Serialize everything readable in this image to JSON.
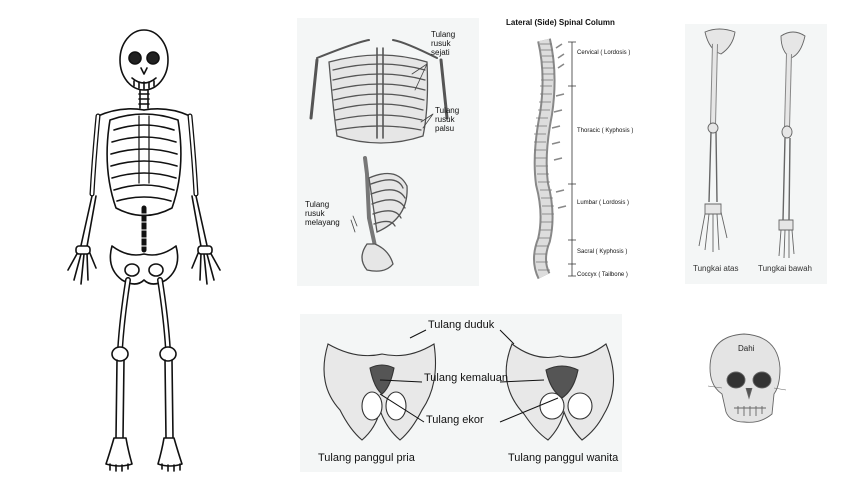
{
  "panels": {
    "ribs": {
      "labels": {
        "true_ribs_1": "Tulang",
        "true_ribs_2": "rusuk",
        "true_ribs_3": "sejati",
        "false_ribs_1": "Tulang",
        "false_ribs_2": "rusuk",
        "false_ribs_3": "palsu",
        "floating_ribs_1": "Tulang",
        "floating_ribs_2": "rusuk",
        "floating_ribs_3": "melayang"
      }
    },
    "spine": {
      "title": "Lateral (Side) Spinal Column",
      "regions": [
        "Cervical ( Lordosis )",
        "Thoracic ( Kyphosis )",
        "Lumbar ( Lordosis )",
        "Sacral ( Kyphosis )",
        "Coccyx ( Tailbone )"
      ]
    },
    "limbs": {
      "upper_limb": "Tungkai atas",
      "lower_limb": "Tungkai bawah"
    },
    "pelvis": {
      "labels": {
        "ischium": "Tulang duduk",
        "pubis": "Tulang kemaluan",
        "coccyx": "Tulang ekor"
      },
      "captions": {
        "male": "Tulang panggul pria",
        "female": "Tulang panggul wanita"
      }
    },
    "skull": {
      "forehead": "Dahi"
    }
  },
  "colors": {
    "panel_bg": "#f4f6f6",
    "bone": "#e6e6e6",
    "bone_shadow": "#9a9a9a",
    "ink": "#111111"
  }
}
